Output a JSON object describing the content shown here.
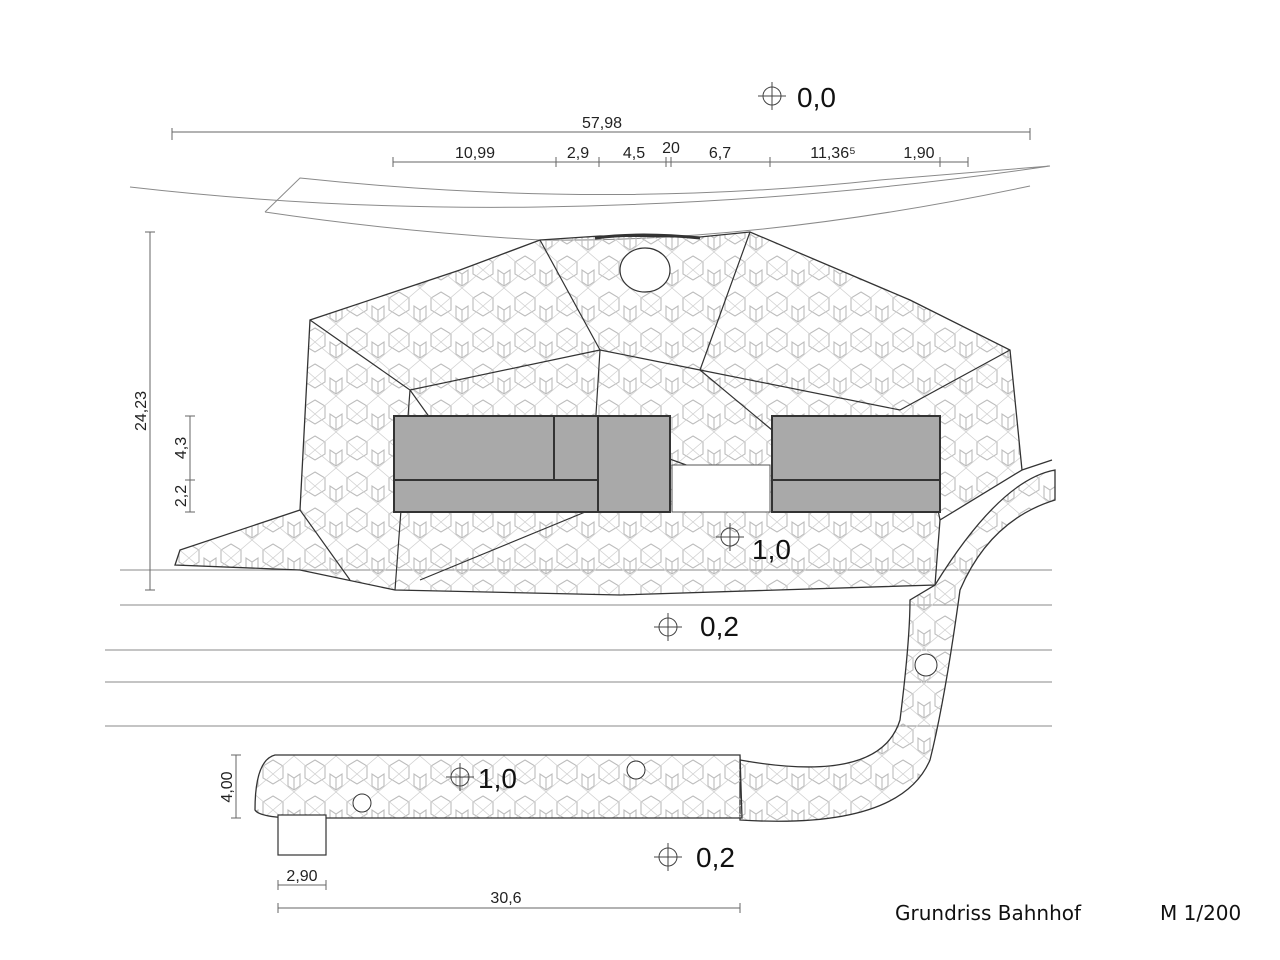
{
  "dimensions": {
    "overall_width": "57,98",
    "segments": [
      "10,99",
      "2,9",
      "4,5",
      "20",
      "6,7",
      "11,36⁵",
      "1,90"
    ],
    "overall_depth": "24,23",
    "room_depth_upper": "4,3",
    "room_depth_lower": "2,2",
    "platform_width": "4,00",
    "stair_width": "2,90",
    "platform_length": "30,6"
  },
  "levels": {
    "road": "0,0",
    "station_floor": "1,0",
    "track_north": "0,2",
    "platform": "1,0",
    "track_south": "0,2"
  },
  "caption": {
    "title": "Grundriss Bahnhof",
    "scale": "M 1/200"
  },
  "icons": [
    "level-marker-icon"
  ],
  "colors": {
    "line": "#8a8a8a",
    "outline": "#333333",
    "room_fill": "#a9a9a9",
    "pattern": "#c8c8c8"
  }
}
